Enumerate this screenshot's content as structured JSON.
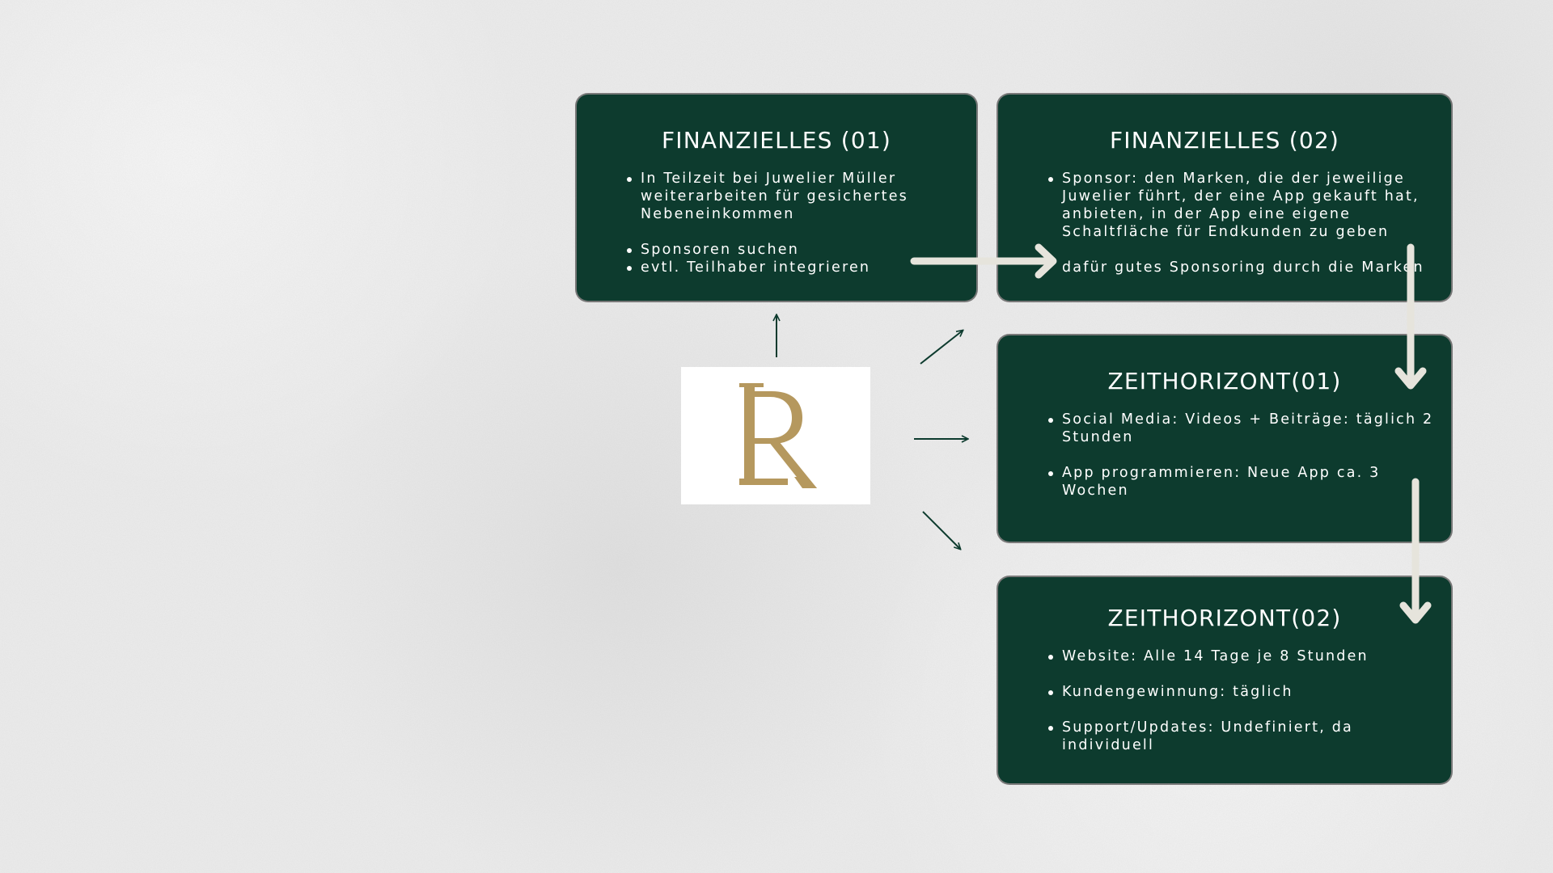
{
  "cards": {
    "finanzielles_01": {
      "title": "FINANZIELLES (01)",
      "items": [
        "In Teilzeit bei Juwelier Müller weiterarbeiten für gesichertes Nebeneinkommen",
        "Sponsoren suchen",
        "evtl. Teilhaber integrieren"
      ]
    },
    "finanzielles_02": {
      "title": "FINANZIELLES (02)",
      "items": [
        "Sponsor: den Marken, die der jeweilige Juwelier führt, der eine App gekauft hat, anbieten, in der App eine eigene Schaltfläche für Endkunden zu geben",
        "dafür gutes Sponsoring durch die Marken"
      ]
    },
    "zeithorizont_01": {
      "title": "ZEITHORIZONT(01)",
      "items": [
        "Social Media: Videos + Beiträge: täglich 2 Stunden",
        "App programmieren: Neue App ca. 3 Wochen"
      ]
    },
    "zeithorizont_02": {
      "title": "ZEITHORIZONT(02)",
      "items": [
        "Website: Alle 14 Tage je 8 Stunden",
        "Kundengewinnung: täglich",
        "Support/Updates: Undefiniert, da individuell"
      ]
    }
  },
  "logo": {
    "monogram": "LR"
  },
  "colors": {
    "card_background": "#0d3b2e",
    "card_text": "#ffffff",
    "logo_gold": "#b5985e",
    "thick_arrow": "#e6e4dc",
    "thin_arrow": "#0d3b2e",
    "page_background": "#ececec"
  }
}
